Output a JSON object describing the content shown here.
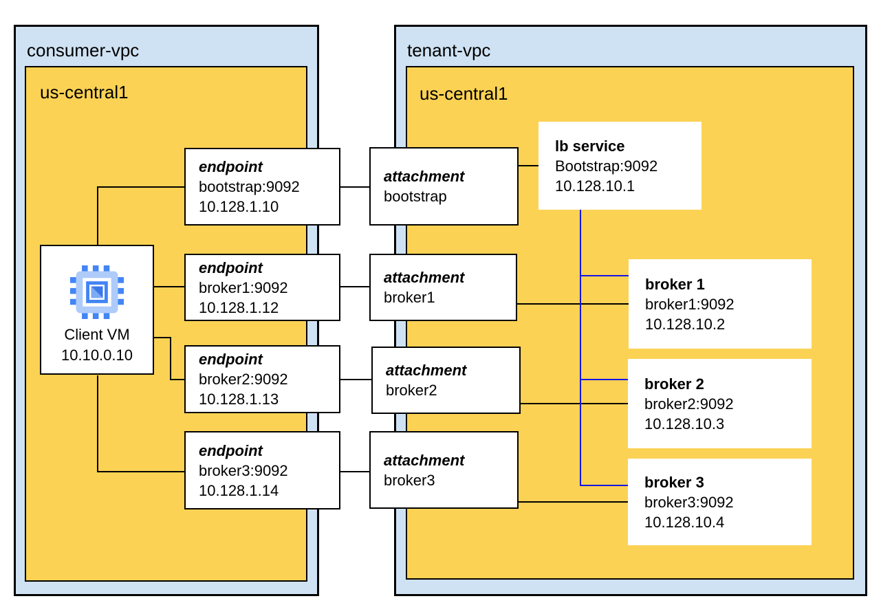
{
  "consumer_vpc": {
    "label": "consumer-vpc",
    "region_label": "us-central1"
  },
  "tenant_vpc": {
    "label": "tenant-vpc",
    "region_label": "us-central1"
  },
  "client_vm": {
    "name": "Client VM",
    "ip": "10.10.0.10"
  },
  "endpoints": [
    {
      "title": "endpoint",
      "service": "bootstrap:9092",
      "ip": "10.128.1.10"
    },
    {
      "title": "endpoint",
      "service": "broker1:9092",
      "ip": "10.128.1.12"
    },
    {
      "title": "endpoint",
      "service": "broker2:9092",
      "ip": "10.128.1.13"
    },
    {
      "title": "endpoint",
      "service": "broker3:9092",
      "ip": "10.128.1.14"
    }
  ],
  "attachments": [
    {
      "title": "attachment",
      "name": "bootstrap"
    },
    {
      "title": "attachment",
      "name": "broker1"
    },
    {
      "title": "attachment",
      "name": "broker2"
    },
    {
      "title": "attachment",
      "name": "broker3"
    }
  ],
  "lb_service": {
    "title": "lb service",
    "service": "Bootstrap:9092",
    "ip": "10.128.10.1"
  },
  "brokers": [
    {
      "title": "broker 1",
      "service": "broker1:9092",
      "ip": "10.128.10.2"
    },
    {
      "title": "broker 2",
      "service": "broker2:9092",
      "ip": "10.128.10.3"
    },
    {
      "title": "broker 3",
      "service": "broker3:9092",
      "ip": "10.128.10.4"
    }
  ],
  "icons": {
    "client_vm": "cpu-chip"
  },
  "colors": {
    "vpc_fill": "#CFE2F3",
    "region_fill": "#FBD254",
    "box_border": "#000000",
    "connector_black": "#000000",
    "connector_blue": "#1414E6",
    "icon_body_blue": "#AECBFA",
    "icon_pin_blue": "#4285F4",
    "icon_tri_light": "#7BAAF7",
    "icon_tri_dark": "#3B78E7"
  }
}
